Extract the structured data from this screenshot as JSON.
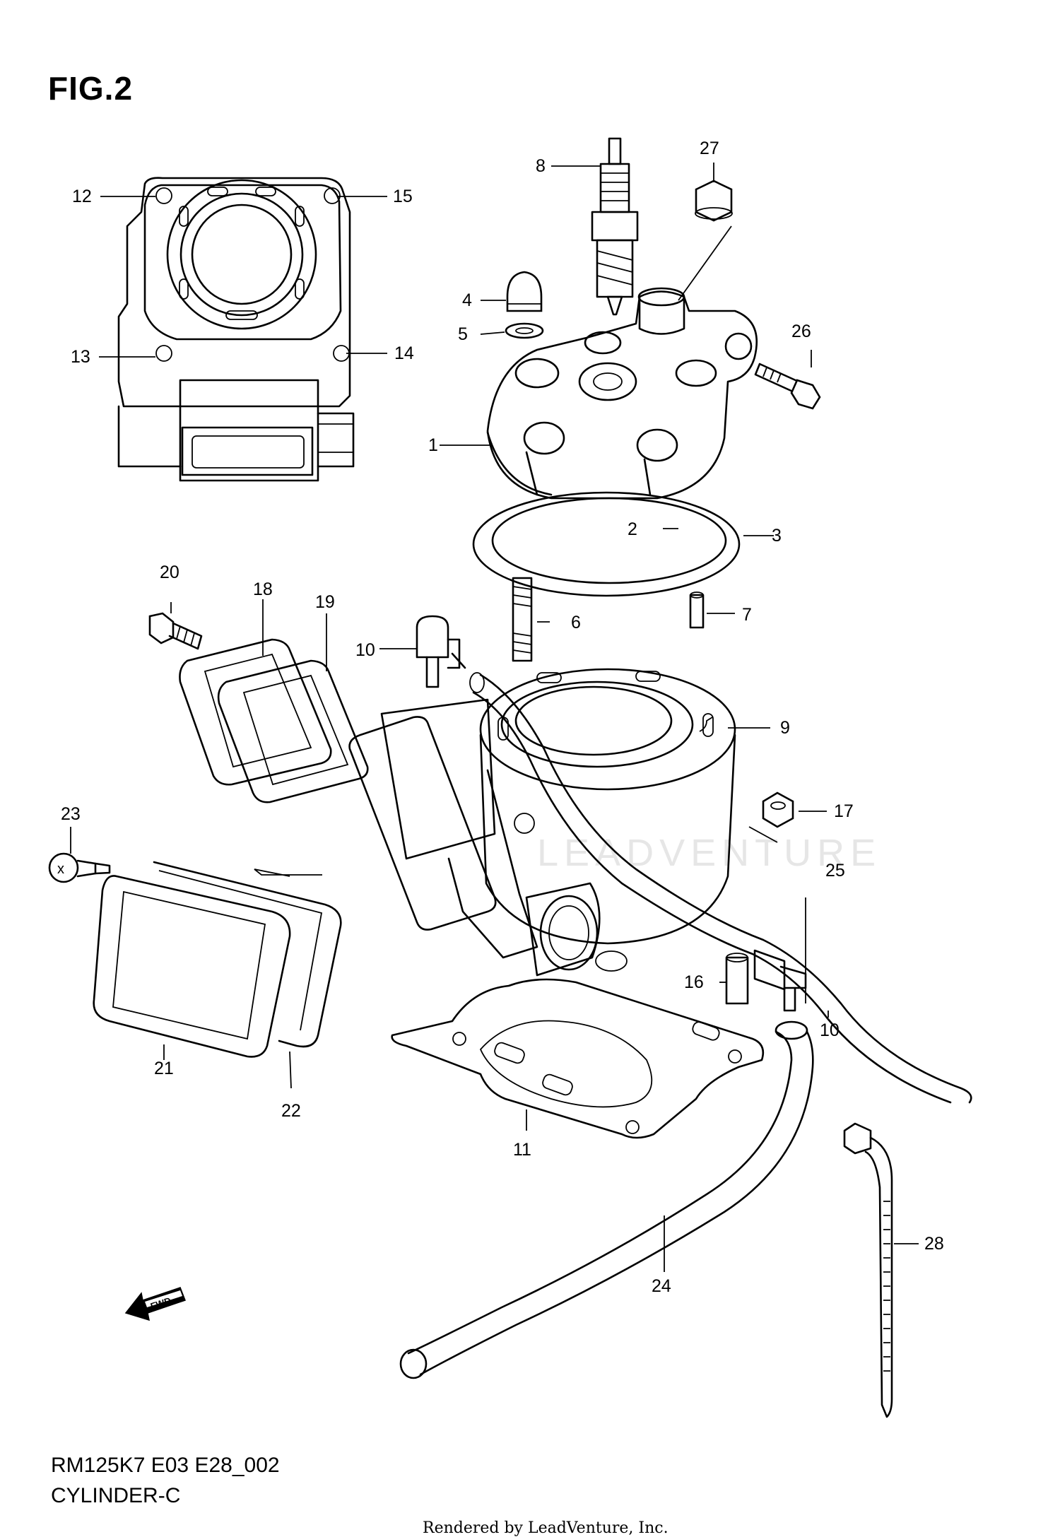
{
  "figure": {
    "title": "FIG.2",
    "code": "RM125K7 E03 E28_002",
    "name": "CYLINDER-C",
    "rendered_by": "Rendered by LeadVenture, Inc.",
    "watermark": "LEADVENTURE"
  },
  "callouts": {
    "c1": "1",
    "c2": "2",
    "c3": "3",
    "c4": "4",
    "c5": "5",
    "c6": "6",
    "c7": "7",
    "c8": "8",
    "c9": "9",
    "c10a": "10",
    "c10b": "10",
    "c11": "11",
    "c12": "12",
    "c13": "13",
    "c14": "14",
    "c15": "15",
    "c16": "16",
    "c17": "17",
    "c18": "18",
    "c19": "19",
    "c20": "20",
    "c21": "21",
    "c22": "22",
    "c23": "23",
    "c24": "24",
    "c25": "25",
    "c26": "26",
    "c27": "27",
    "c28": "28"
  },
  "fwd_arrow": "FWD"
}
